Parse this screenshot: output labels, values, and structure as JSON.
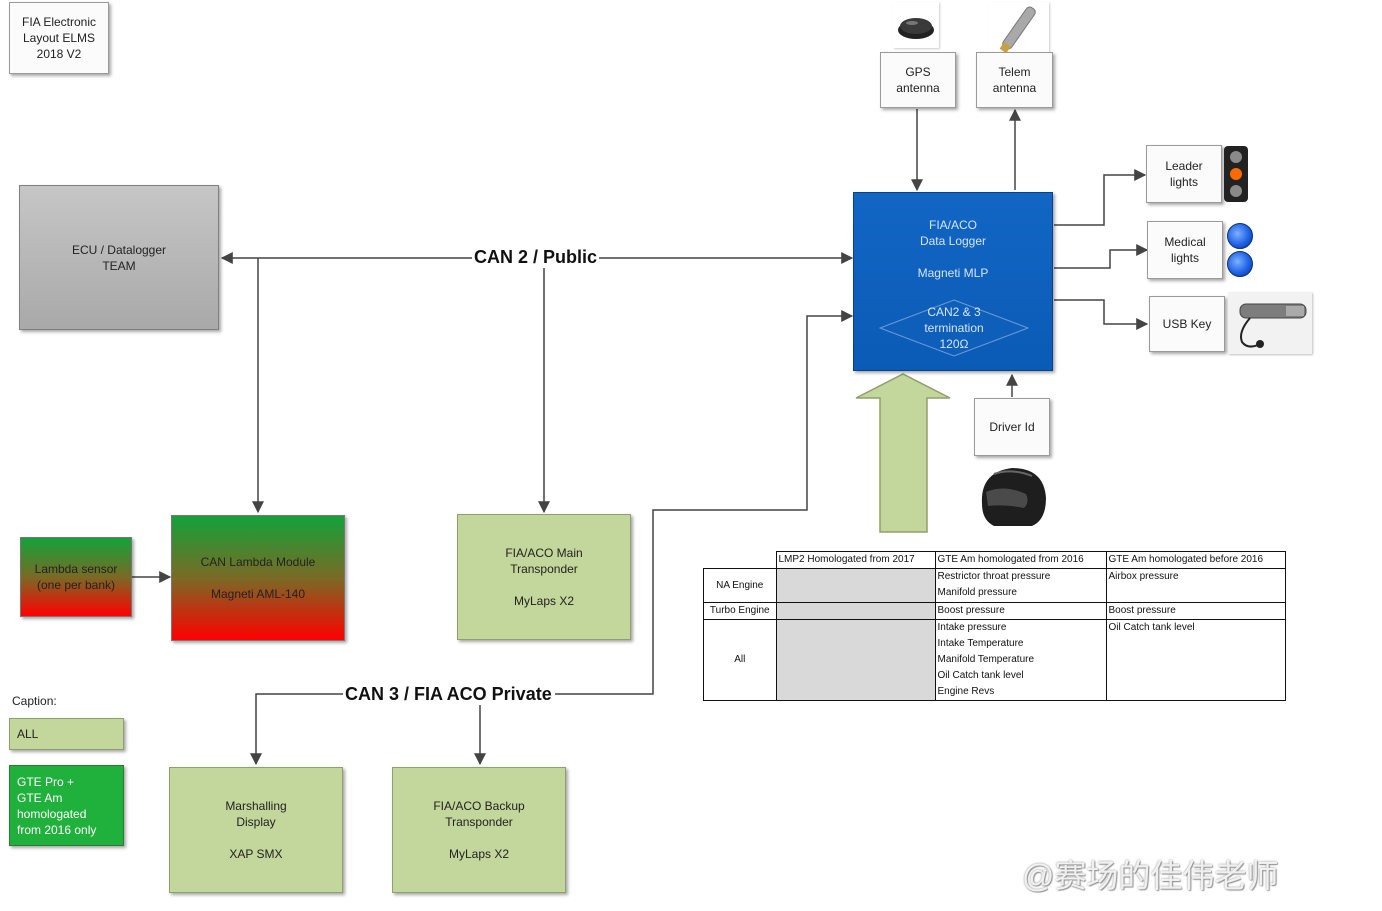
{
  "title": [
    "FIA Electronic",
    "Layout ELMS",
    "2018 V2"
  ],
  "can_labels": {
    "can2": "CAN 2 / Public",
    "can3": "CAN 3 / FIA ACO Private"
  },
  "nodes": {
    "gps": [
      "GPS",
      "antenna"
    ],
    "telem": [
      "Telem",
      "antenna"
    ],
    "ecu": [
      "ECU / Datalogger",
      "TEAM"
    ],
    "logger": [
      "FIA/ACO",
      "Data Logger",
      "",
      "Magneti MLP"
    ],
    "termination": [
      "CAN2 & 3",
      "termination",
      "120Ω"
    ],
    "leader": [
      "Leader",
      "lights"
    ],
    "medical": [
      "Medical",
      "lights"
    ],
    "usb": "USB Key",
    "driver_id": "Driver Id",
    "lambda_sensor": [
      "Lambda sensor",
      "(one per bank)"
    ],
    "lambda_module": [
      "CAN Lambda Module",
      "",
      "Magneti AML-140"
    ],
    "main_transponder": [
      "FIA/ACO Main",
      "Transponder",
      "",
      "MyLaps X2"
    ],
    "marshalling": [
      "Marshalling",
      "Display",
      "",
      "XAP SMX"
    ],
    "backup_transponder": [
      "FIA/ACO Backup",
      "Transponder",
      "",
      "MyLaps X2"
    ]
  },
  "caption": {
    "title": "Caption:",
    "all": "ALL",
    "gte": [
      "GTE Pro +",
      "GTE Am",
      "homologated",
      "from 2016 only"
    ]
  },
  "table": {
    "headers": [
      "",
      "LMP2 Homologated from 2017",
      "GTE Am homologated from 2016",
      "GTE Am homologated before 2016"
    ],
    "rows": [
      {
        "label": "NA Engine",
        "lmp2": [],
        "gte2016": [
          "Restrictor throat pressure",
          "Manifold pressure"
        ],
        "gte_before": [
          "Airbox pressure"
        ]
      },
      {
        "label": "Turbo Engine",
        "lmp2": [],
        "gte2016": [
          "Boost pressure"
        ],
        "gte_before": [
          "Boost pressure"
        ]
      },
      {
        "label": "All",
        "lmp2": [],
        "gte2016": [
          "Intake pressure",
          "Intake Temperature",
          "Manifold Temperature",
          "Oil Catch tank level",
          "Engine Revs"
        ],
        "gte_before": [
          "Oil Catch tank level"
        ]
      }
    ]
  },
  "watermark": "@赛场的佳伟老师",
  "colors": {
    "logger_blue": "#0f62be",
    "olive": "#c3d69b",
    "bright_green": "#1fb13c",
    "grey_box": "#b8b8b8",
    "medical_light": "#1e63e6",
    "leader_light_active": "#ff6a00"
  },
  "icons": [
    "gps-antenna-icon",
    "telem-antenna-icon",
    "traffic-light-icon",
    "blue-lights-icon",
    "usb-key-icon",
    "helmet-icon"
  ]
}
